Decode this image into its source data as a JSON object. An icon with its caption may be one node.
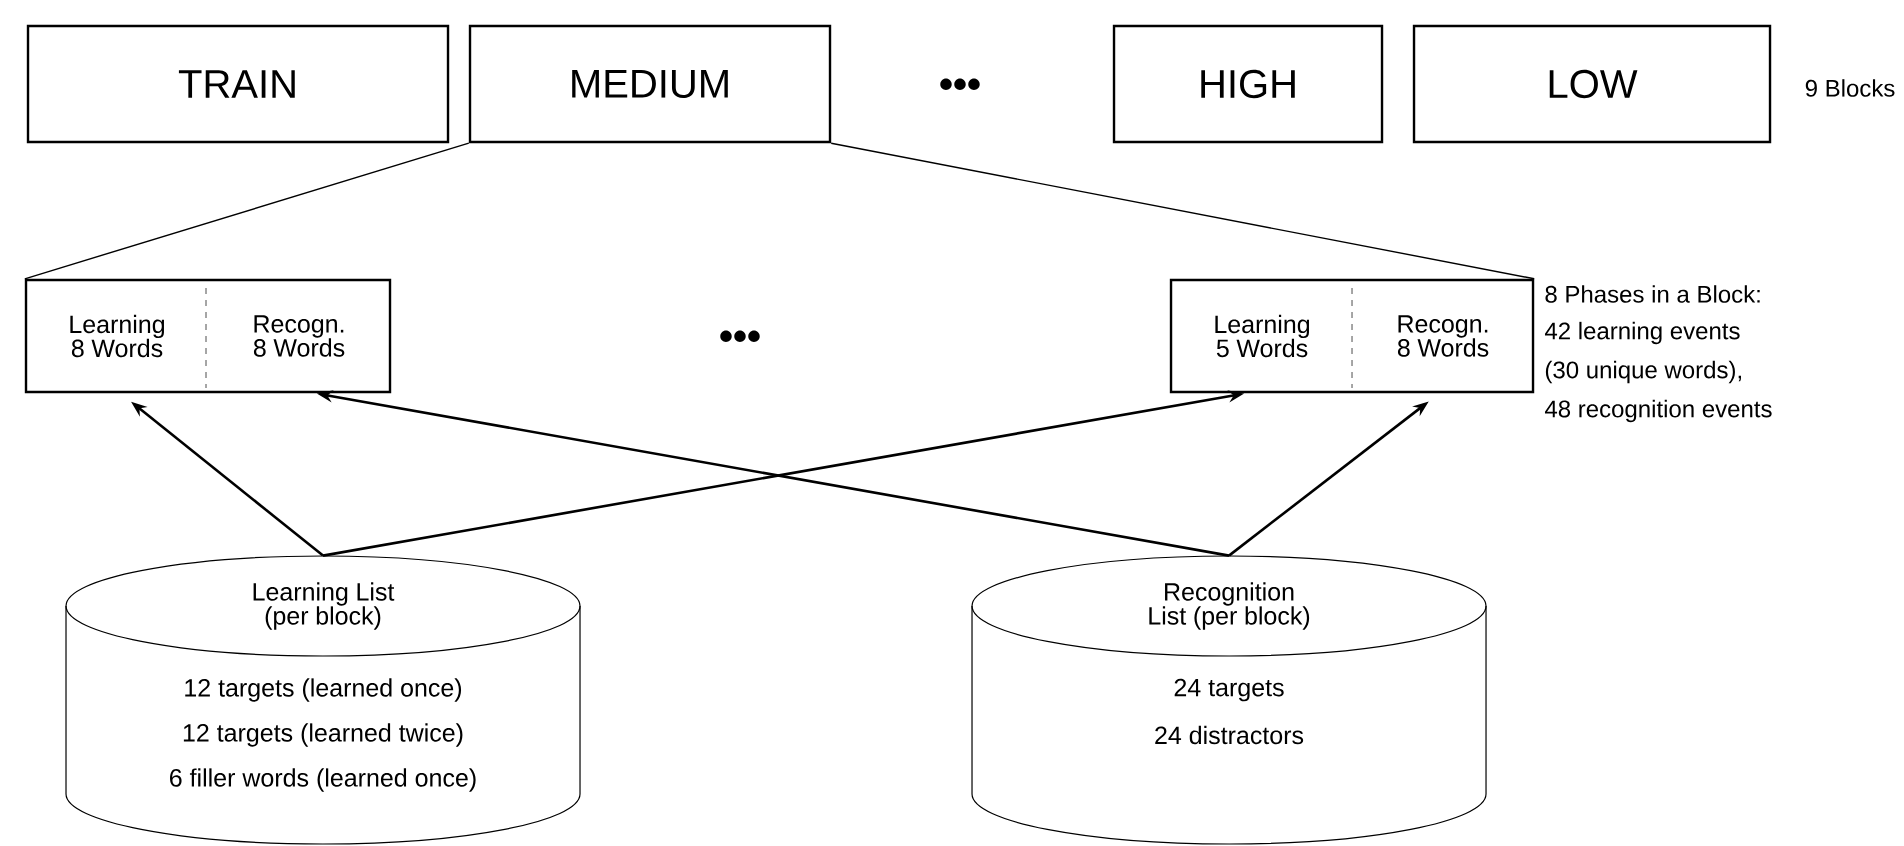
{
  "diagram": {
    "nodes": [
      {
        "text": [
          "TRAIN"
        ]
      },
      {
        "text": [
          "MEDIUM"
        ]
      },
      {
        "text": [
          "HIGH"
        ]
      },
      {
        "text": [
          "LOW"
        ]
      },
      {
        "text": [],
        "shape": "box"
      },
      {
        "text": [
          "Learning 8 Words"
        ],
        "in": 4
      },
      {
        "text": [
          "Recogn. 8 Words"
        ],
        "in": 4
      },
      {
        "text": [],
        "shape": "box"
      },
      {
        "text": [
          "Learning 5 Words"
        ],
        "in": 7
      },
      {
        "text": [
          "Recogn. 8 Words"
        ],
        "in": 7
      },
      {
        "text": [
          "Learning List (per block)",
          "12 targets (learned once)",
          "12 targets (learned twice)",
          "6 filler words (learned once)"
        ]
      },
      {
        "text": [
          "Recognition List (per block)",
          "24 targets",
          "24 distractors"
        ]
      }
    ],
    "edges": [
      {
        "from": 1,
        "to": 4,
        "arrow": "none"
      },
      {
        "from": 1,
        "to": 7,
        "arrow": "none"
      },
      {
        "from": 10,
        "to": 5,
        "arrow": "to"
      },
      {
        "from": 10,
        "to": 8,
        "arrow": "to"
      },
      {
        "from": 11,
        "to": 6,
        "arrow": "to"
      },
      {
        "from": 11,
        "to": 9,
        "arrow": "to"
      }
    ],
    "labels": [
      "•••",
      "9 Blocks",
      "•••",
      "8 Phases in a Block:",
      "42 learning events",
      "(30 unique words),",
      "48 recognition events"
    ]
  }
}
